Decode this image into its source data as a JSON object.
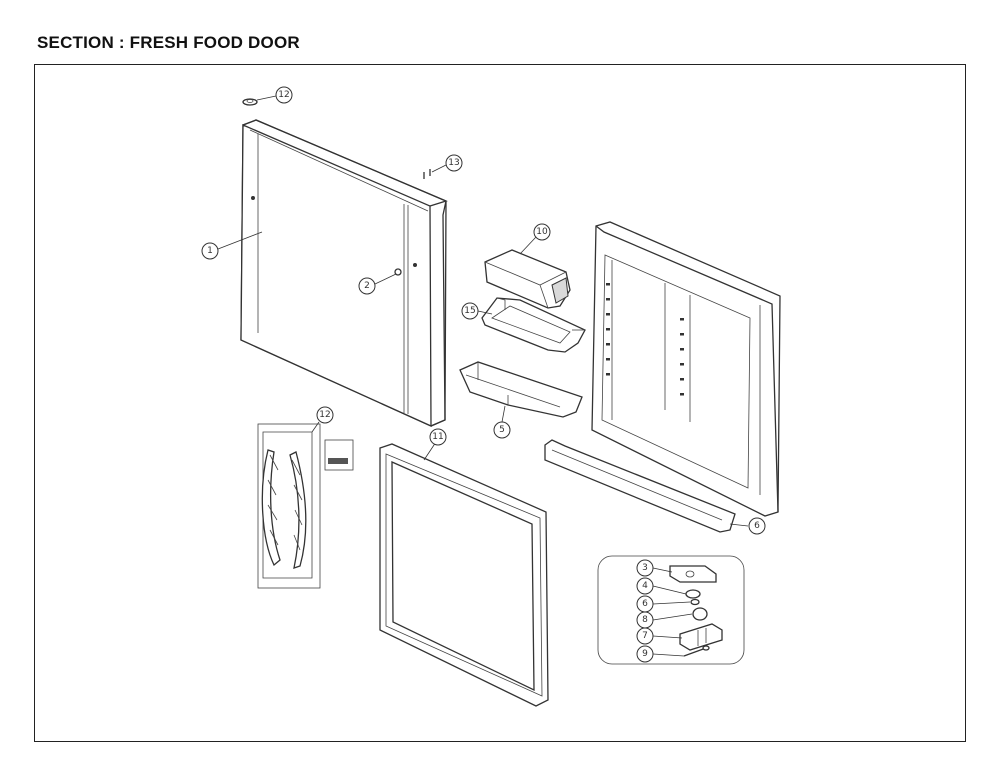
{
  "section_title": "SECTION : FRESH FOOD DOOR",
  "callouts": [
    {
      "id": "door-screw-top",
      "label": "12"
    },
    {
      "id": "door-screw-side",
      "label": "13"
    },
    {
      "id": "door-foam-assy",
      "label": "1"
    },
    {
      "id": "door-plug",
      "label": "2"
    },
    {
      "id": "dairy-cover",
      "label": "10"
    },
    {
      "id": "dairy-shelf",
      "label": "15"
    },
    {
      "id": "door-bin",
      "label": "5"
    },
    {
      "id": "door-label",
      "label": "12"
    },
    {
      "id": "door-gasket",
      "label": "11"
    },
    {
      "id": "door-guard-bottom",
      "label": "6"
    },
    {
      "id": "hinge-cap",
      "label": "3"
    },
    {
      "id": "hinge-washer",
      "label": "4"
    },
    {
      "id": "hinge-bushing",
      "label": "6"
    },
    {
      "id": "hinge-stopper",
      "label": "8"
    },
    {
      "id": "hinge-bracket",
      "label": "7"
    },
    {
      "id": "hinge-screw",
      "label": "9"
    }
  ]
}
